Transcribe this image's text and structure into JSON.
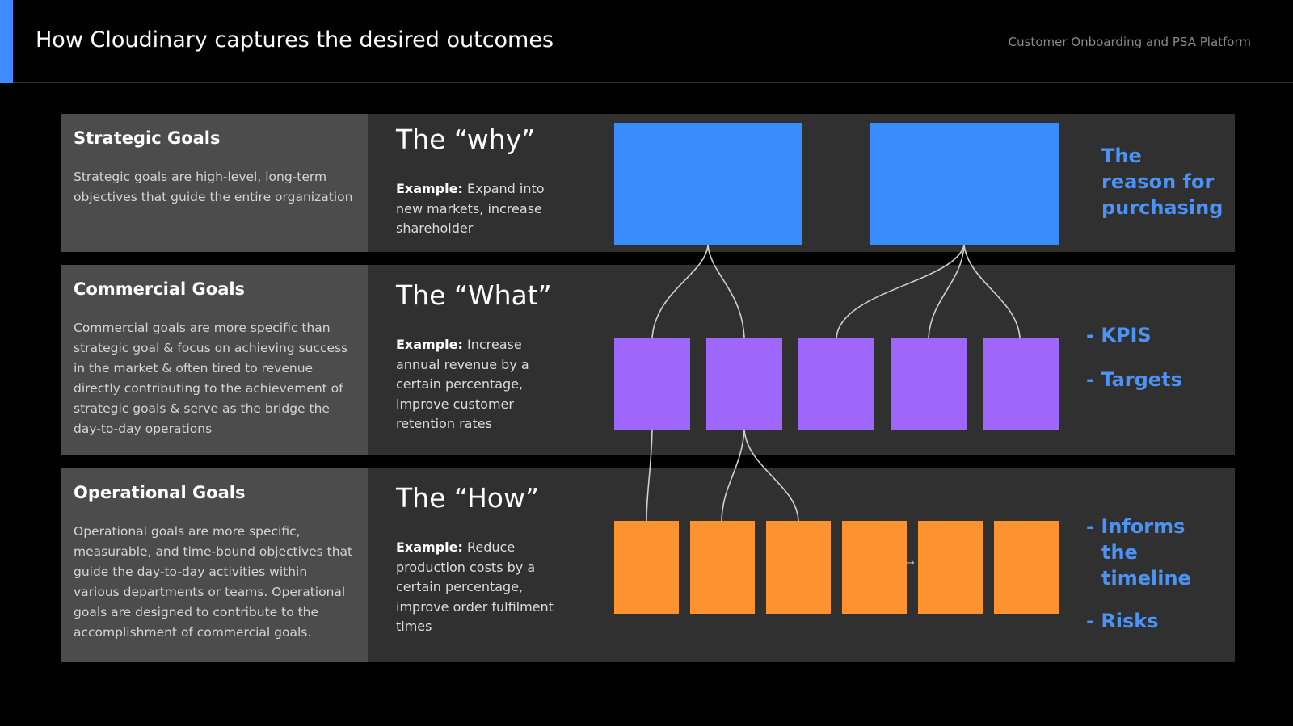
{
  "header": {
    "title": "How Cloudinary captures the desired outcomes",
    "subtitle": "Customer Onboarding and PSA Platform"
  },
  "rows": [
    {
      "label_title": "Strategic Goals",
      "label_desc": "Strategic goals are high-level, long-term objectives that guide the entire organization",
      "heading": "The “why”",
      "example_prefix": "Example:",
      "example_text": " Expand into new markets, increase shareholder",
      "notes": [
        "The",
        "reason for",
        "purchasing"
      ]
    },
    {
      "label_title": "Commercial Goals",
      "label_desc": "Commercial goals are more specific than strategic goal & focus on achieving success in the market & often tired to revenue directly contributing to the achievement of strategic goals & serve as the bridge the day-to-day operations",
      "heading": "The “What”",
      "example_prefix": "Example:",
      "example_text": " Increase annual revenue by a certain percentage, improve customer retention rates",
      "notes": [
        "- KPIS",
        "- Targets"
      ]
    },
    {
      "label_title": "Operational Goals",
      "label_desc": "Operational goals are more specific, measurable, and time-bound objectives that guide the day-to-day activities within various departments or teams. Operational goals are designed to contribute to the accomplishment of commercial goals.",
      "heading": "The “How”",
      "example_prefix": "Example:",
      "example_text": " Reduce production costs by a certain percentage, improve order fulfilment times",
      "notes": [
        "- Informs",
        "the",
        "timeline",
        "- Risks"
      ]
    }
  ],
  "colors": {
    "accent": "#3d8bff",
    "strategic_box": "#3a8cfc",
    "commercial_box": "#9e66fb",
    "operational_box": "#fd9330",
    "note_text": "#4b93f6",
    "band": "#303030",
    "label_panel": "#4c4c4c"
  }
}
